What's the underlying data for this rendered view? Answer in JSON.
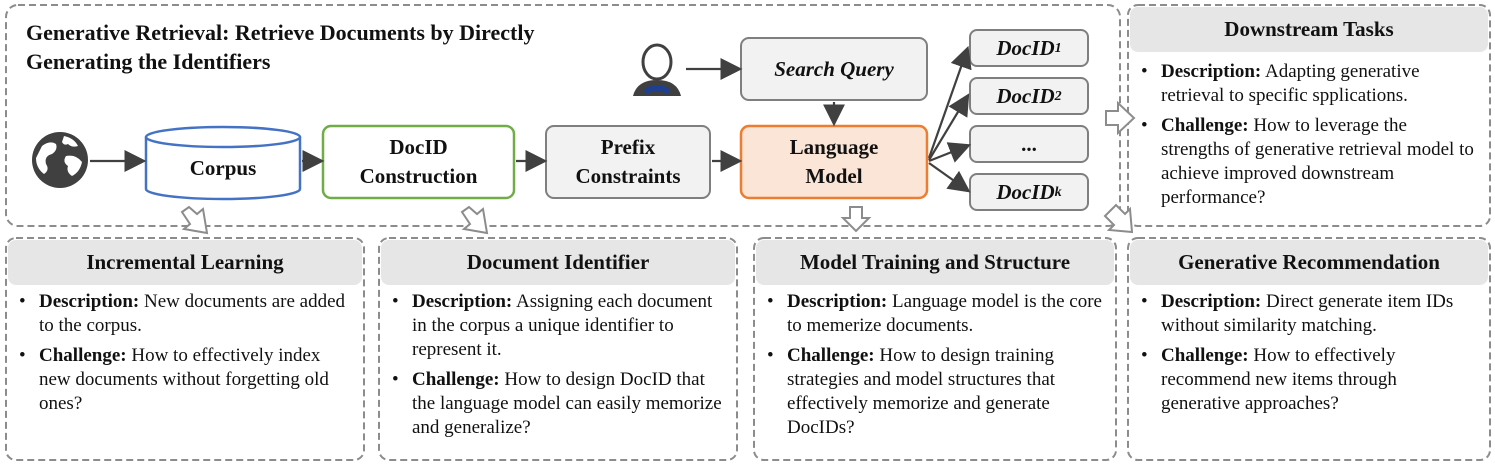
{
  "title": "Generative Retrieval: Retrieve Documents by Directly Generating the Identifiers",
  "pipeline": {
    "corpus": "Corpus",
    "docid_construction": "DocID Construction",
    "prefix_constraints": "Prefix Constraints",
    "language_model": "Language Model",
    "search_query": "Search Query",
    "docid_1": {
      "base": "DocID",
      "sub": "1"
    },
    "docid_2": {
      "base": "DocID",
      "sub": "2"
    },
    "docid_ellipsis": "...",
    "docid_k": {
      "base": "DocID",
      "sub": "k"
    }
  },
  "panels": {
    "downstream": {
      "title": "Downstream Tasks",
      "description_label": "Description:",
      "description": "Adapting generative retrieval to specific spplications.",
      "challenge_label": "Challenge:",
      "challenge": "How to leverage the strengths of generative retrieval model to achieve improved downstream performance?"
    },
    "incremental": {
      "title": "Incremental Learning",
      "description_label": "Description:",
      "description": "New documents are added to the corpus.",
      "challenge_label": "Challenge:",
      "challenge": "How to effectively index new documents without forgetting old ones?"
    },
    "identifier": {
      "title": "Document Identifier",
      "description_label": "Description:",
      "description": "Assigning each document in the corpus a unique identifier to represent it.",
      "challenge_label": "Challenge:",
      "challenge": "How to design DocID that the language model can easily memorize and generalize?"
    },
    "training": {
      "title": "Model Training and Structure",
      "description_label": "Description:",
      "description": "Language model is the core to memerize documents.",
      "challenge_label": "Challenge:",
      "challenge": "How to design training strategies and model structures that effectively memorize and generate DocIDs?"
    },
    "recommendation": {
      "title": "Generative Recommendation",
      "description_label": "Description:",
      "description": "Direct generate item IDs without similarity matching.",
      "challenge_label": "Challenge:",
      "challenge": "How to effectively recommend new items through generative approaches?"
    }
  },
  "colors": {
    "corpus_border": "#4472c4",
    "docid_construction_border": "#70ad47",
    "language_model_border": "#ed7d31",
    "language_model_fill": "#fbe5d6",
    "node_fill": "#f2f2f2",
    "panel_header_fill": "#e6e6e6",
    "dashed_border": "#8c8c8c"
  }
}
